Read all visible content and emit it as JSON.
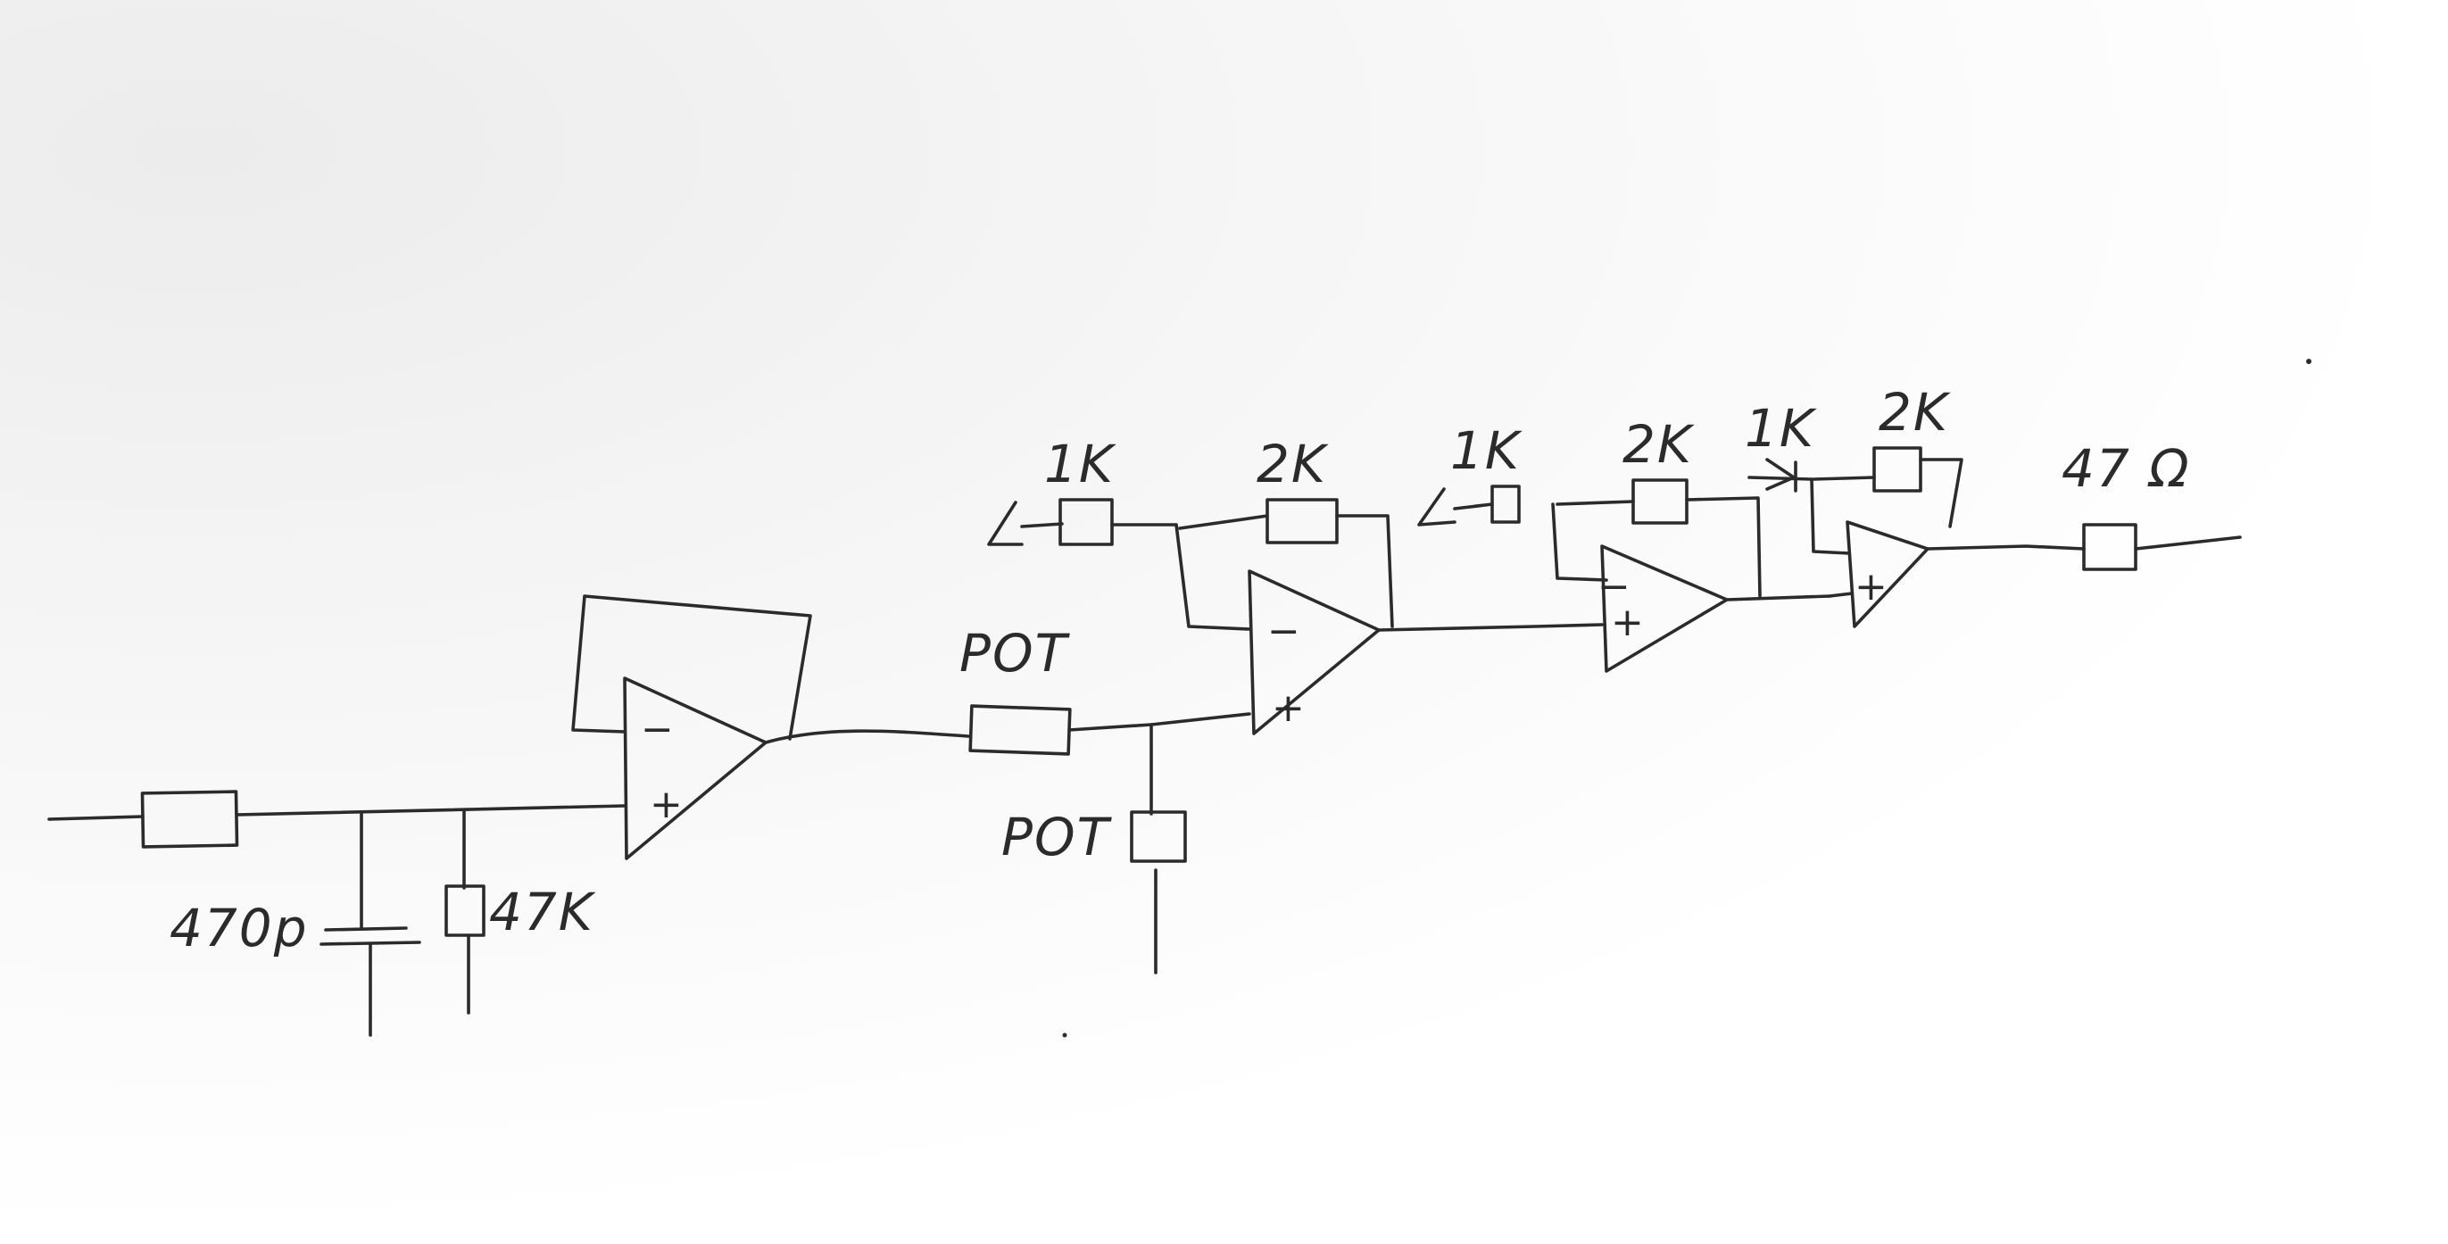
{
  "diagram": {
    "labels": {
      "c_input": "470p",
      "r_input_shunt": "47K",
      "pot_series": "POT",
      "pot_shunt": "POT",
      "r1_stage2": "1K",
      "rf_stage2": "2K",
      "r1_stage3": "1K",
      "rf_stage3": "2K",
      "r1_stage4": "1K",
      "rf_stage4": "2K",
      "r_output": "47 Ω"
    },
    "opamp_pins": {
      "minus": "−",
      "plus": "+"
    }
  }
}
